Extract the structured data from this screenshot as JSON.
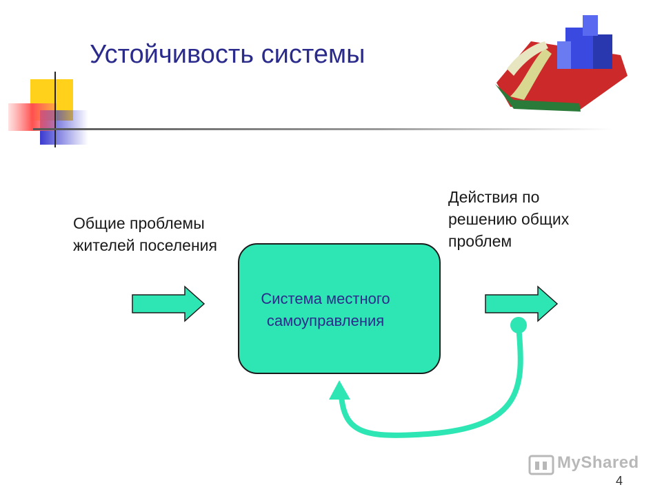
{
  "title": "Устойчивость системы",
  "input": {
    "label_line1": "Общие проблемы",
    "label_line2": "жителей поселения"
  },
  "system": {
    "label_line1": "Система местного",
    "label_line2": "самоуправления"
  },
  "output": {
    "label_line1": "Действия по",
    "label_line2": "решению общих",
    "label_line3": "проблем"
  },
  "slide_number": "4",
  "watermark": "MyShared",
  "colors": {
    "accent": "#2ee6b4",
    "title": "#2b2b8c",
    "feedback": "#2ee6b4"
  },
  "icons": {
    "corner_decoration": "color-squares-icon",
    "clipart": "city-building-icon",
    "watermark": "myshared-logo-icon"
  }
}
